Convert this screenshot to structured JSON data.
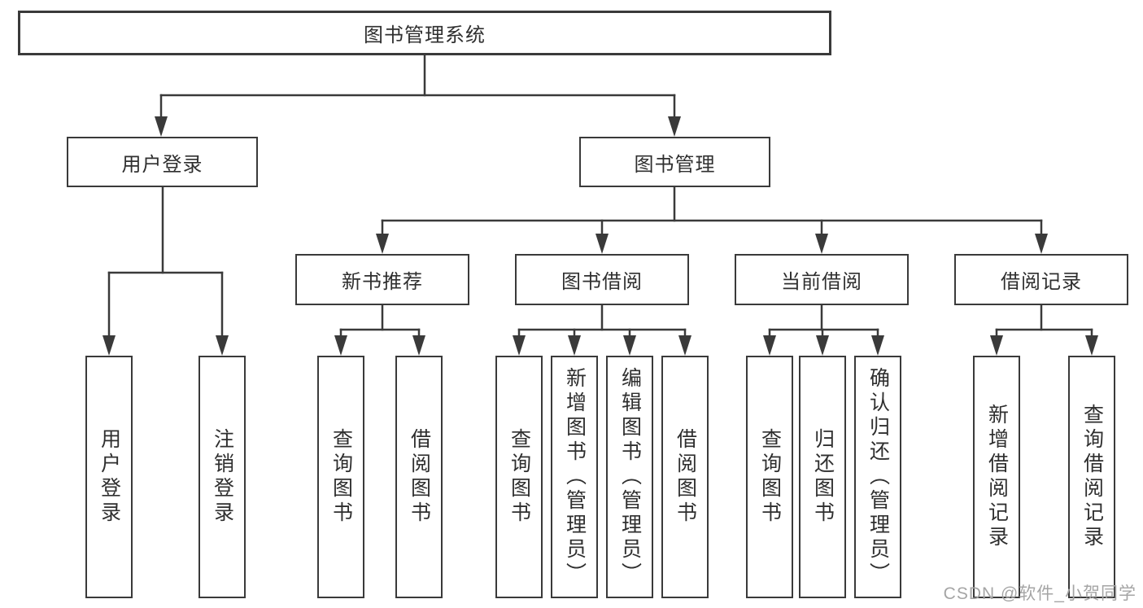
{
  "tree": {
    "root": "图书管理系统",
    "user_login": {
      "label": "用户登录",
      "children": [
        "用户登录",
        "注销登录"
      ]
    },
    "book_management": {
      "label": "图书管理",
      "new_book": {
        "label": "新书推荐",
        "children": [
          "查询图书",
          "借阅图书"
        ]
      },
      "borrowing": {
        "label": "图书借阅",
        "children": [
          "查询图书",
          "新增图书（管理员）",
          "编辑图书（管理员）",
          "借阅图书"
        ]
      },
      "current": {
        "label": "当前借阅",
        "children": [
          "查询图书",
          "归还图书",
          "确认归还（管理员）"
        ]
      },
      "records": {
        "label": "借阅记录",
        "children": [
          "新增借阅记录",
          "查询借阅记录"
        ]
      }
    }
  },
  "watermark": "CSDN @软件_小贺同学",
  "colors": {
    "line": "#3a3a3a",
    "text": "#2f2f2f",
    "box_background": "#ffffff",
    "watermark": "#a5a5a5",
    "background": "#ffffff"
  }
}
